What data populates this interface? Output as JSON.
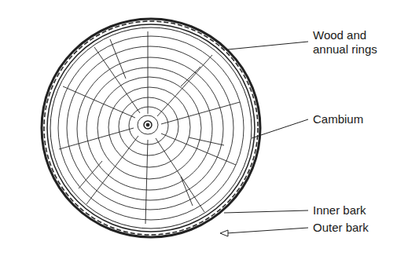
{
  "diagram": {
    "labels": [
      "Wood and annual rings",
      "Cambium",
      "Inner bark",
      "Outer bark"
    ]
  }
}
